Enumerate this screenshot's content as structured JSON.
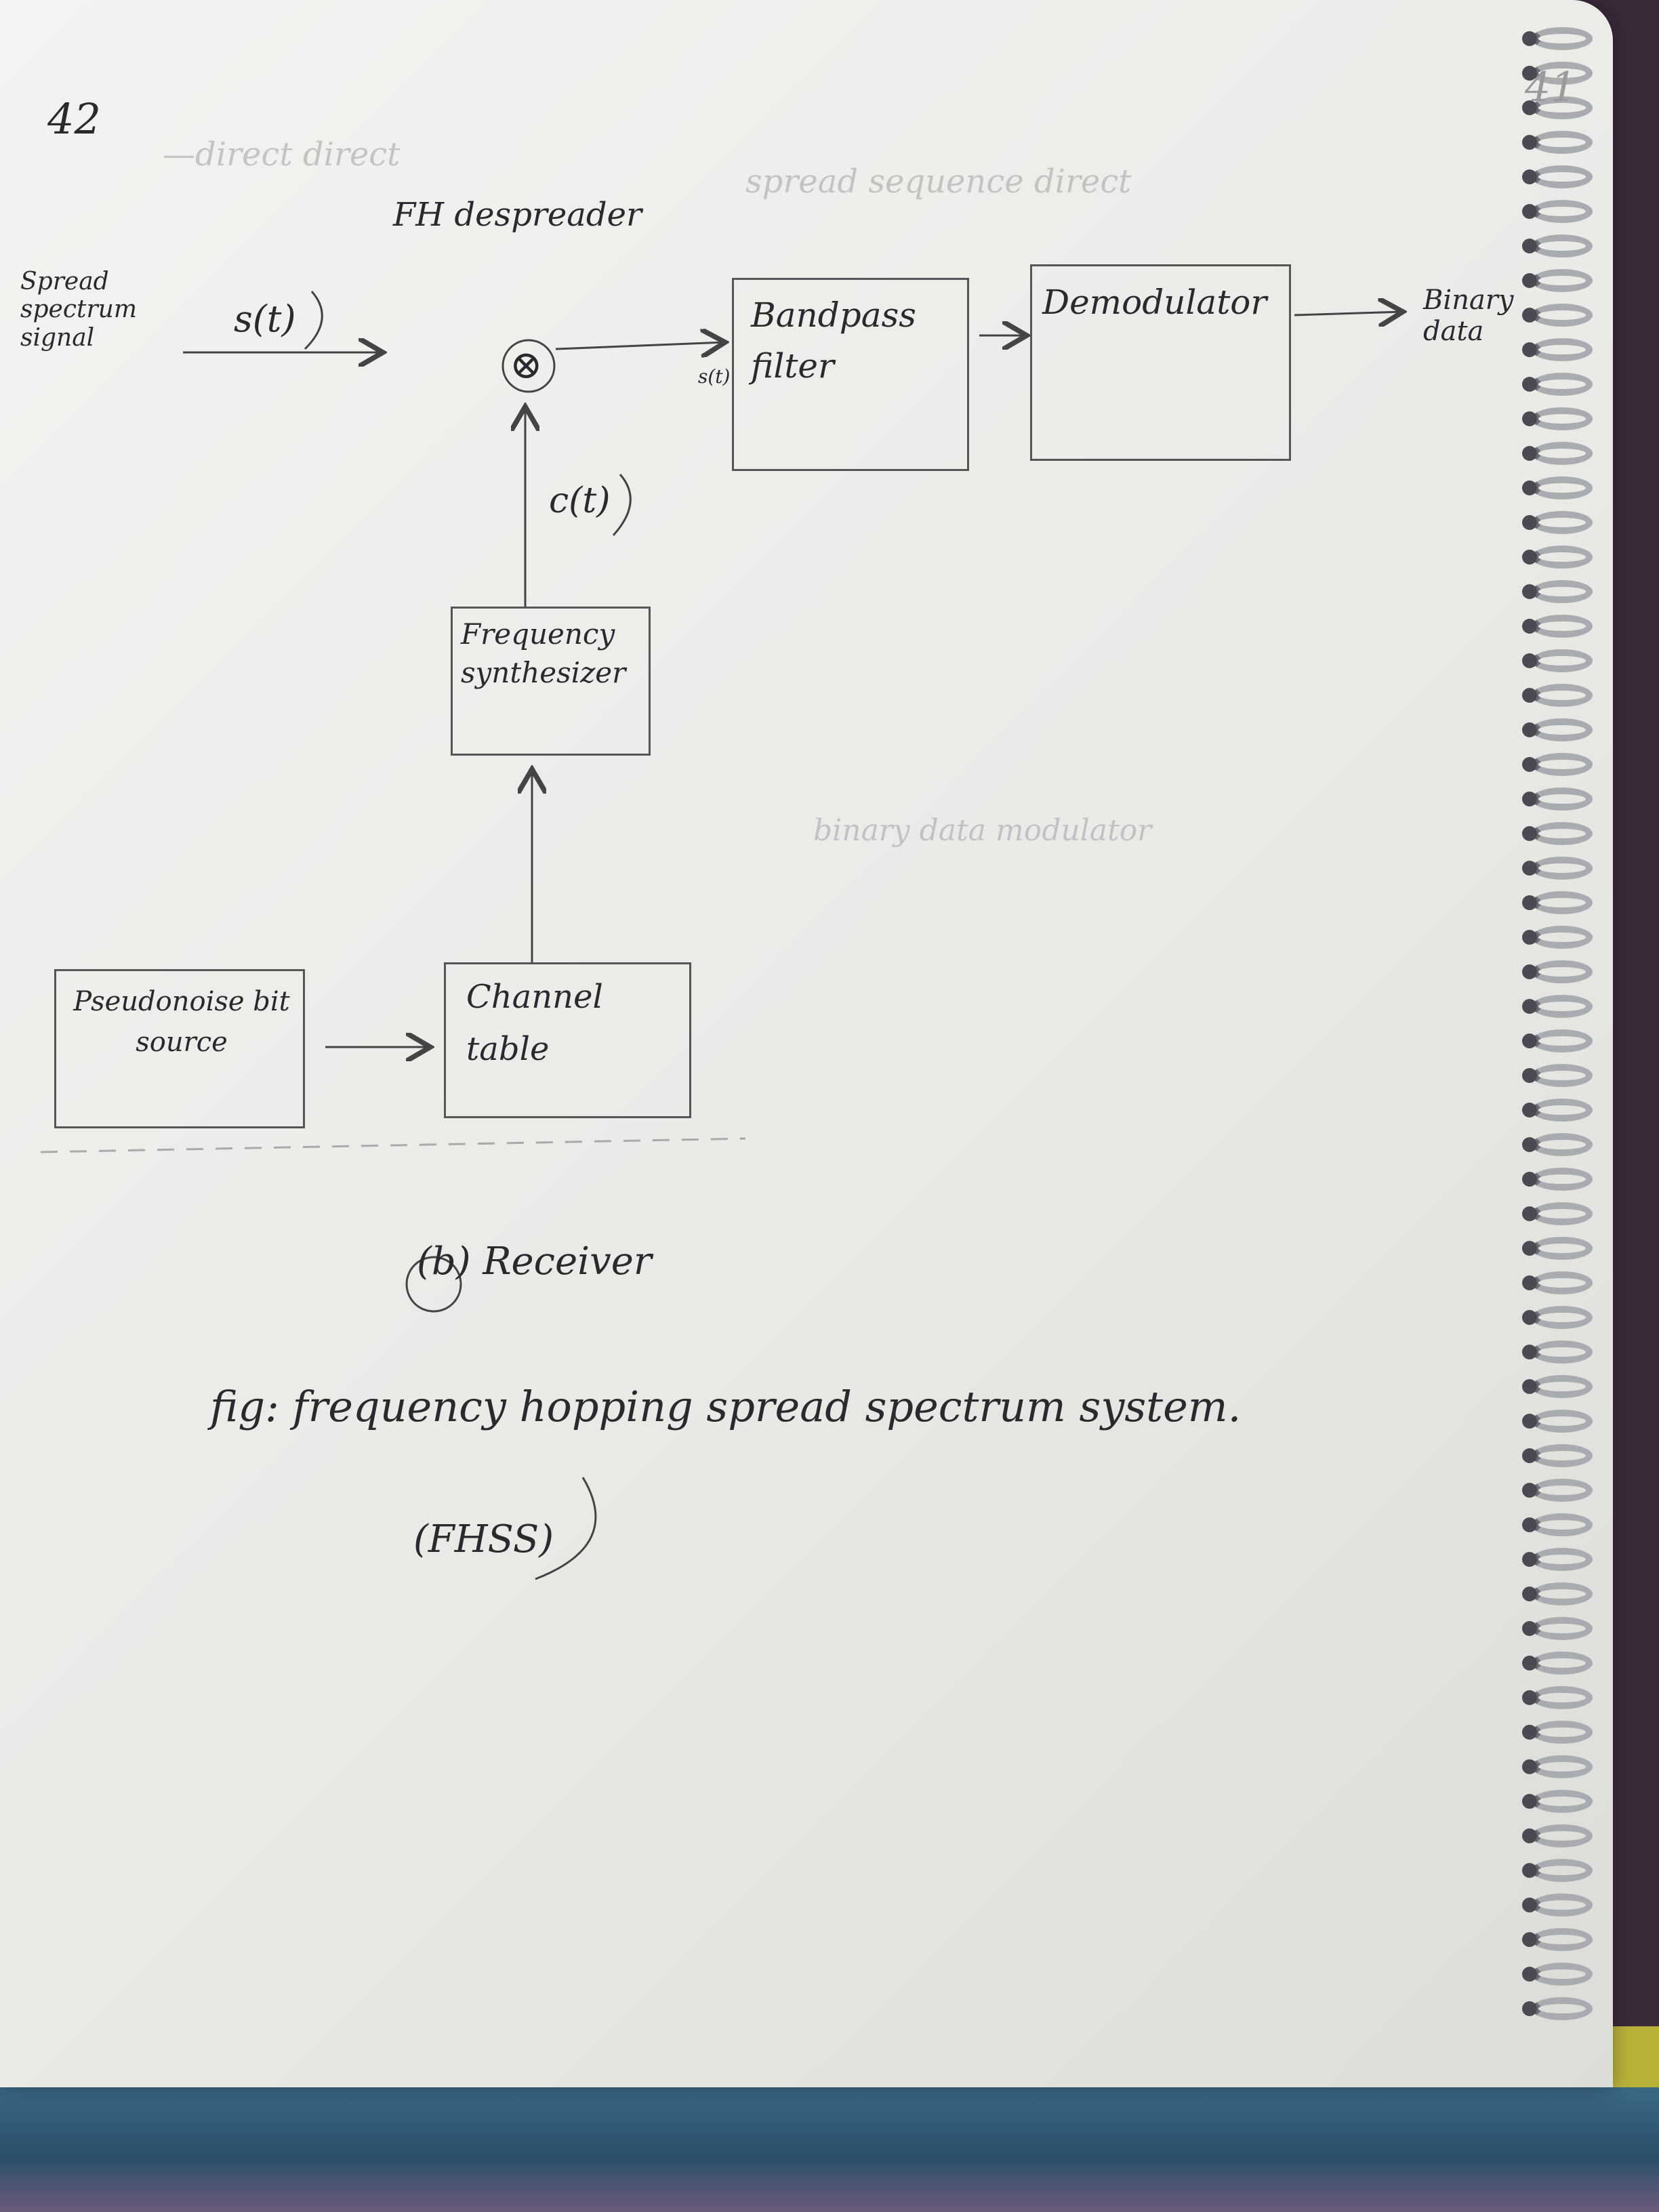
{
  "page": {
    "number": "42",
    "corner_number": "41"
  },
  "diagram": {
    "input_label": "Spread spectrum signal",
    "signal_label": "s(t)",
    "despreader_label": "FH despreader",
    "mixer_symbol": "⊗",
    "c_label": "c(t)",
    "filter_input_label": "s(t)",
    "bandpass_filter": "Bandpass filter",
    "demodulator": "Demodulator",
    "output_label": "Binary data",
    "frequency_synthesizer": "Frequency synthesizer",
    "pn_source": "Pseudonoise bit source",
    "channel_table": "Channel table"
  },
  "caption": {
    "part": "(b) Receiver",
    "figure": "fig: frequency hopping spread spectrum system.",
    "abbreviation": "(FHSS)"
  }
}
